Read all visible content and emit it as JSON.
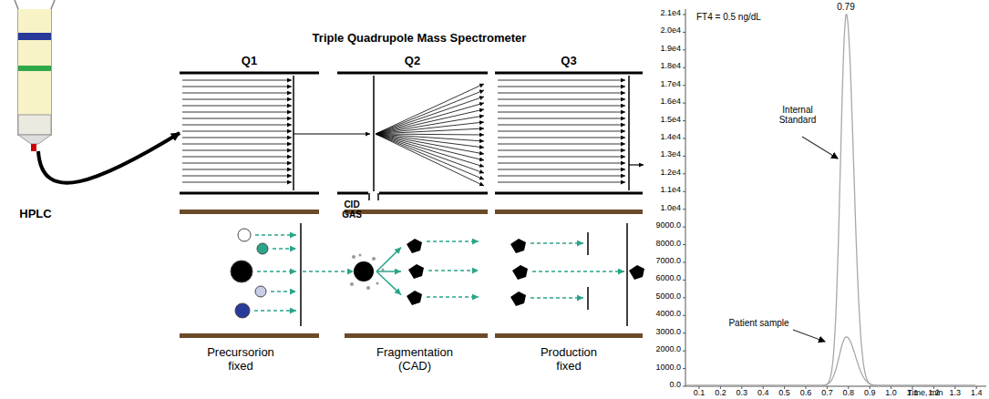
{
  "diagram": {
    "nodes": [
      {
        "text": [
          "HPLC"
        ]
      },
      {
        "text": [
          "Q1"
        ]
      },
      {
        "text": [
          "Q2"
        ]
      },
      {
        "text": [
          "Q3"
        ]
      }
    ],
    "edges": [
      {
        "from": 0,
        "to": 1,
        "arrow": "to"
      }
    ],
    "labels": [
      "Triple Quadrupole Mass Spectrometer",
      "CID GAS",
      "Precursorion fixed",
      "Fragmentation (CAD)",
      "Production fixed",
      "FT4 = 0.5 ng/dL",
      "0.79",
      "Internal Standard",
      "Patient sample",
      "2.1e4",
      "2.0e4",
      "1.9e4",
      "1.8e4",
      "1.7e4",
      "1.6e4",
      "1.5e4",
      "1.4e4",
      "1.3e4",
      "1.2e4",
      "1.1e4",
      "1.0e4",
      "9000.0",
      "8000.0",
      "7000.0",
      "6000.0",
      "5000.0",
      "4000.0",
      "3000.0",
      "2000.0",
      "1000.0",
      "0.0",
      "0.1",
      "0.2",
      "0.3",
      "0.4",
      "0.5",
      "0.6",
      "0.7",
      "0.8",
      "0.9",
      "1.0",
      "1.1",
      "1.2",
      "1.3",
      "1.4",
      "Time, min"
    ]
  }
}
